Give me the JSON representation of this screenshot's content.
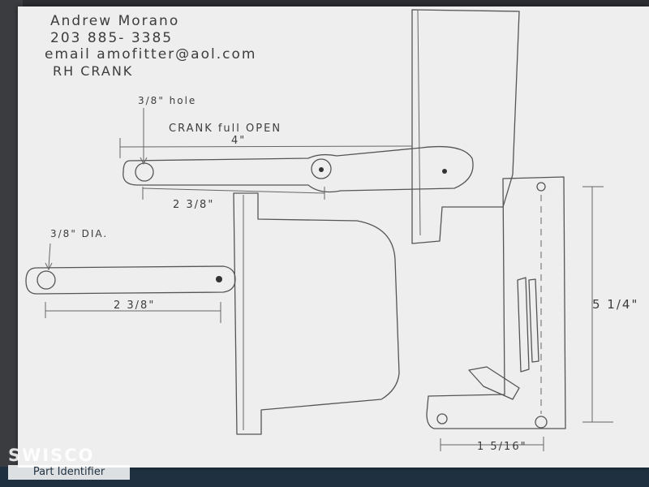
{
  "header": {
    "name": "Andrew Morano",
    "phone": "203 885- 3385",
    "email": "email amofitter@aol.com",
    "part": "RH CRANK"
  },
  "top_arm": {
    "hole_note": "3/8\" hole",
    "open_label": "CRANK full OPEN",
    "span_dim": "4\"",
    "hole_spacing_dim": "2 3/8\""
  },
  "left_arm": {
    "dia_note": "3/8\" DIA.",
    "hole_spacing_dim": "2 3/8\""
  },
  "right_bracket": {
    "height_dim": "5 1/4\"",
    "width_dim": "1 5/16\""
  },
  "watermark": {
    "brand": "SWISCO",
    "sub": "Part Identifier"
  }
}
